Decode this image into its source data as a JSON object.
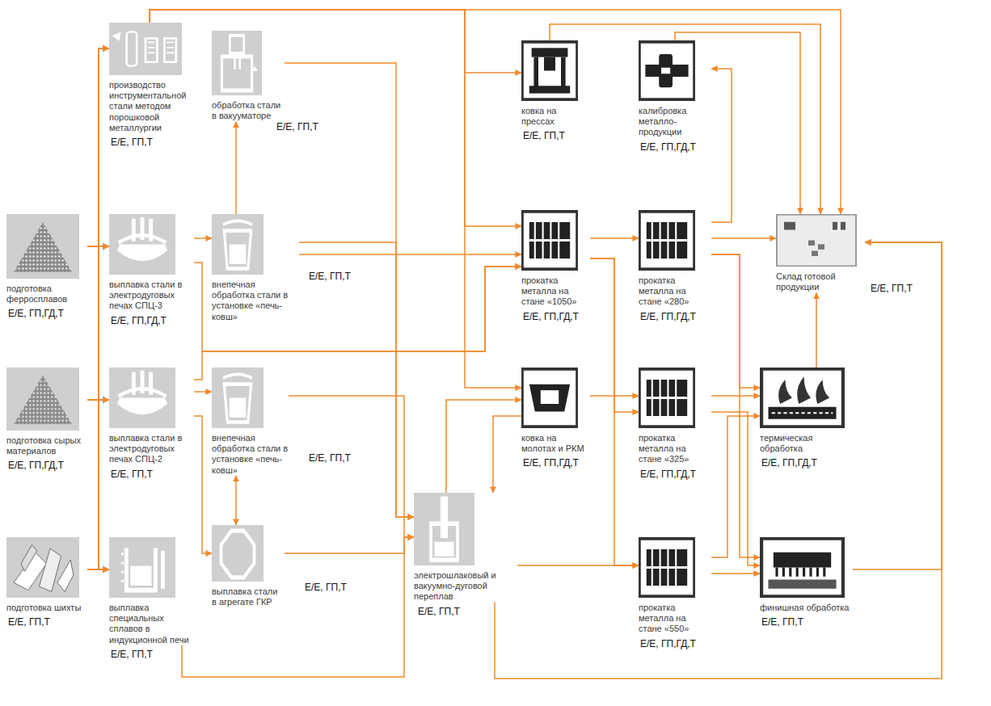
{
  "diagram": {
    "nodes": [
      {
        "text": [
          "производство инструментальной стали методом порошковой металлургии"
        ]
      },
      {
        "text": [
          "обработка стали в вакууматоре"
        ]
      },
      {
        "text": [
          "подготовка ферросплавов"
        ]
      },
      {
        "text": [
          "выплавка стали в электродуговых печах СПЦ-3"
        ]
      },
      {
        "text": [
          "внепечная обработка стали в установке «печь-ковш»"
        ]
      },
      {
        "text": [
          "подготовка сырых материалов"
        ]
      },
      {
        "text": [
          "выплавка стали в электродуговых печах СПЦ-2"
        ]
      },
      {
        "text": [
          "внепечная обработка стали в установке «печь-ковш»"
        ]
      },
      {
        "text": [
          "подготовка шихты"
        ]
      },
      {
        "text": [
          "выплавка специальных сплавов в индукционной печи"
        ]
      },
      {
        "text": [
          "выплавка стали в агрегате ГКР"
        ]
      },
      {
        "text": [
          "электрошлаковый и вакуумно-дуговой переплав"
        ]
      },
      {
        "text": [
          "ковка на прессах"
        ]
      },
      {
        "text": [
          "калибровка металло- продукции"
        ]
      },
      {
        "text": [
          "прокатка металла на стане «1050»"
        ]
      },
      {
        "text": [
          "прокатка металла на стане «280»"
        ]
      },
      {
        "text": [
          "Склад готовой продукции"
        ]
      },
      {
        "text": [
          "ковка на молотах и РКМ"
        ]
      },
      {
        "text": [
          "прокатка металла на стане «325»"
        ]
      },
      {
        "text": [
          "термическая обработка"
        ]
      },
      {
        "text": [
          "прокатка металла на стане «550»"
        ]
      },
      {
        "text": [
          "финишная обработка"
        ]
      }
    ],
    "edges": [
      {
        "from": 2,
        "to": 0,
        "arrow": "to"
      },
      {
        "from": 2,
        "to": 3,
        "arrow": "to"
      },
      {
        "from": 2,
        "to": 6,
        "arrow": "to"
      },
      {
        "from": 2,
        "to": 9,
        "arrow": "to"
      },
      {
        "from": 5,
        "to": 0,
        "arrow": "to"
      },
      {
        "from": 5,
        "to": 3,
        "arrow": "to"
      },
      {
        "from": 5,
        "to": 6,
        "arrow": "to"
      },
      {
        "from": 5,
        "to": 9,
        "arrow": "to"
      },
      {
        "from": 8,
        "to": 0,
        "arrow": "to"
      },
      {
        "from": 8,
        "to": 3,
        "arrow": "to"
      },
      {
        "from": 8,
        "to": 6,
        "arrow": "to"
      },
      {
        "from": 8,
        "to": 9,
        "arrow": "to"
      },
      {
        "from": 3,
        "to": 4,
        "arrow": "to"
      },
      {
        "from": 4,
        "to": 1,
        "arrow": "to"
      },
      {
        "from": 3,
        "to": 14,
        "arrow": "to"
      },
      {
        "from": 6,
        "to": 7,
        "arrow": "to"
      },
      {
        "from": 6,
        "to": 10,
        "arrow": "to"
      },
      {
        "from": 6,
        "to": 14,
        "arrow": "to"
      },
      {
        "from": 7,
        "to": 10,
        "arrow": "both"
      },
      {
        "from": 7,
        "to": 11,
        "arrow": "to"
      },
      {
        "from": 10,
        "to": 11,
        "arrow": "to"
      },
      {
        "from": 9,
        "to": 11,
        "arrow": "to"
      },
      {
        "from": 0,
        "to": 16,
        "arrow": "to"
      },
      {
        "from": 0,
        "to": 14,
        "arrow": "to"
      },
      {
        "from": 0,
        "to": 12,
        "arrow": "to"
      },
      {
        "from": 0,
        "to": 17,
        "arrow": "to"
      },
      {
        "from": 1,
        "to": 11,
        "arrow": "to"
      },
      {
        "from": 4,
        "to": 11,
        "arrow": "to"
      },
      {
        "from": 4,
        "to": 14,
        "arrow": "to"
      },
      {
        "from": 11,
        "to": 17,
        "arrow": "to"
      },
      {
        "from": 17,
        "to": 11,
        "arrow": "to"
      },
      {
        "from": 17,
        "to": 18,
        "arrow": "to"
      },
      {
        "from": 14,
        "to": 15,
        "arrow": "to"
      },
      {
        "from": 14,
        "to": 18,
        "arrow": "to"
      },
      {
        "from": 14,
        "to": 20,
        "arrow": "to"
      },
      {
        "from": 11,
        "to": 20,
        "arrow": "to"
      },
      {
        "from": 11,
        "to": 16,
        "arrow": "to"
      },
      {
        "from": 12,
        "to": 16,
        "arrow": "to"
      },
      {
        "from": 15,
        "to": 13,
        "arrow": "to"
      },
      {
        "from": 13,
        "to": 16,
        "arrow": "to"
      },
      {
        "from": 15,
        "to": 16,
        "arrow": "to"
      },
      {
        "from": 15,
        "to": 19,
        "arrow": "to"
      },
      {
        "from": 15,
        "to": 21,
        "arrow": "to"
      },
      {
        "from": 18,
        "to": 19,
        "arrow": "to"
      },
      {
        "from": 18,
        "to": 21,
        "arrow": "to"
      },
      {
        "from": 20,
        "to": 19,
        "arrow": "to"
      },
      {
        "from": 20,
        "to": 21,
        "arrow": "to"
      },
      {
        "from": 19,
        "to": 16,
        "arrow": "to"
      },
      {
        "from": 21,
        "to": 16,
        "arrow": "to"
      }
    ],
    "labels": [
      "Е/Е, ГП,Т",
      "Е/Е, ГП,Т",
      "Е/Е, ГП,ГД,Т",
      "Е/Е, ГП,ГД,Т",
      "Е/Е, ГП,Т",
      "Е/Е, ГП,ГД,Т",
      "Е/Е, ГП,Т",
      "Е/Е, ГП,Т",
      "Е/Е, ГП,Т",
      "Е/Е, ГП,Т",
      "Е/Е, ГП,Т",
      "Е/Е, ГП,Т",
      "Е/Е, ГП,Т",
      "Е/Е, ГП,ГД,Т",
      "Е/Е, ГП,ГД,Т",
      "Е/Е, ГП,ГД,Т",
      "Е/Е, ГП,Т",
      "Е/Е, ГП,ГД,Т",
      "Е/Е, ГП,ГД,Т",
      "Е/Е, ГП,ГД,Т",
      "Е/Е, ГП,ГД,Т",
      "Е/Е, ГП,Т"
    ]
  }
}
